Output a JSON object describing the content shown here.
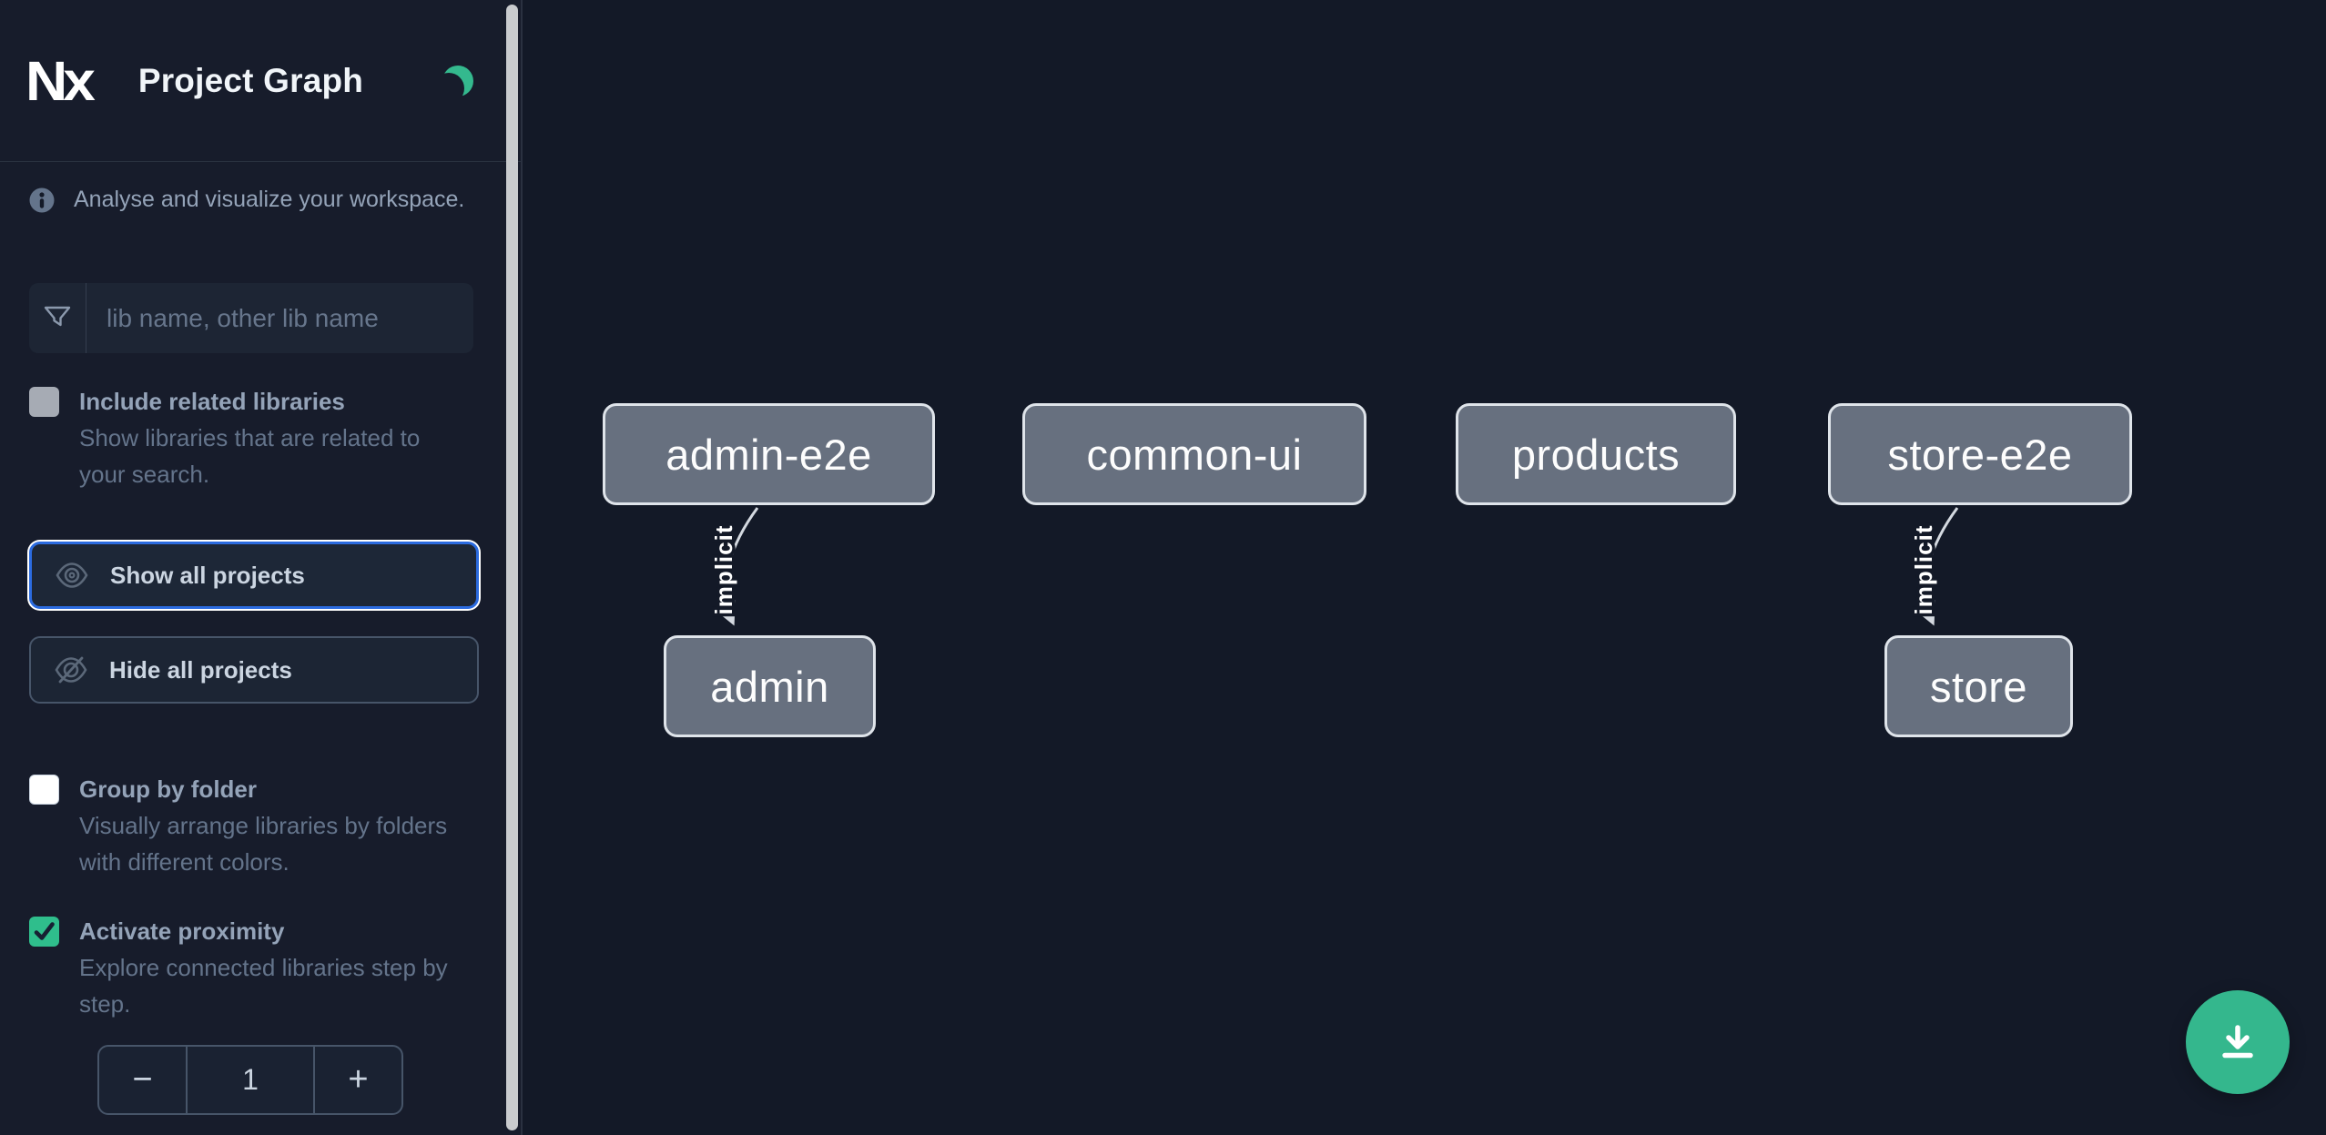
{
  "app": {
    "title": "Project Graph"
  },
  "colors": {
    "accent_green": "#34b98e",
    "focus_ring_blue": "#2b6be0",
    "sidebar_bg": "#171c2b",
    "canvas_bg": "#131927",
    "node_fill": "#67707f",
    "node_border": "#dfe4ea",
    "edge": "#d4d9e0",
    "label_text": "#94a3b8",
    "desc_text": "#64748b"
  },
  "sidebar": {
    "logo_text": "Nx",
    "title": "Project Graph",
    "theme_icon": "moon",
    "intro": "Analyse and visualize your workspace.",
    "filter_input": {
      "value": "",
      "placeholder": "lib name, other lib name"
    },
    "include_related": {
      "label": "Include related libraries",
      "description": "Show libraries that are related to your search.",
      "checked": false,
      "disabled": true
    },
    "show_all_label": "Show all projects",
    "hide_all_label": "Hide all projects",
    "group_by_folder": {
      "label": "Group by folder",
      "description": "Visually arrange libraries by folders with different colors.",
      "checked": false
    },
    "activate_proximity": {
      "label": "Activate proximity",
      "description": "Explore connected libraries step by step.",
      "checked": true
    },
    "proximity_stepper": {
      "decrement_label": "−",
      "value": "1",
      "increment_label": "+"
    }
  },
  "graph": {
    "nodes": [
      {
        "id": "admin-e2e",
        "label": "admin-e2e"
      },
      {
        "id": "common-ui",
        "label": "common-ui"
      },
      {
        "id": "products",
        "label": "products"
      },
      {
        "id": "store-e2e",
        "label": "store-e2e"
      },
      {
        "id": "admin",
        "label": "admin"
      },
      {
        "id": "store",
        "label": "store"
      }
    ],
    "edges": [
      {
        "source": "admin-e2e",
        "target": "admin",
        "label": "implicit",
        "type": "implicit"
      },
      {
        "source": "store-e2e",
        "target": "store",
        "label": "implicit",
        "type": "implicit"
      }
    ]
  },
  "fab": {
    "icon": "download"
  }
}
